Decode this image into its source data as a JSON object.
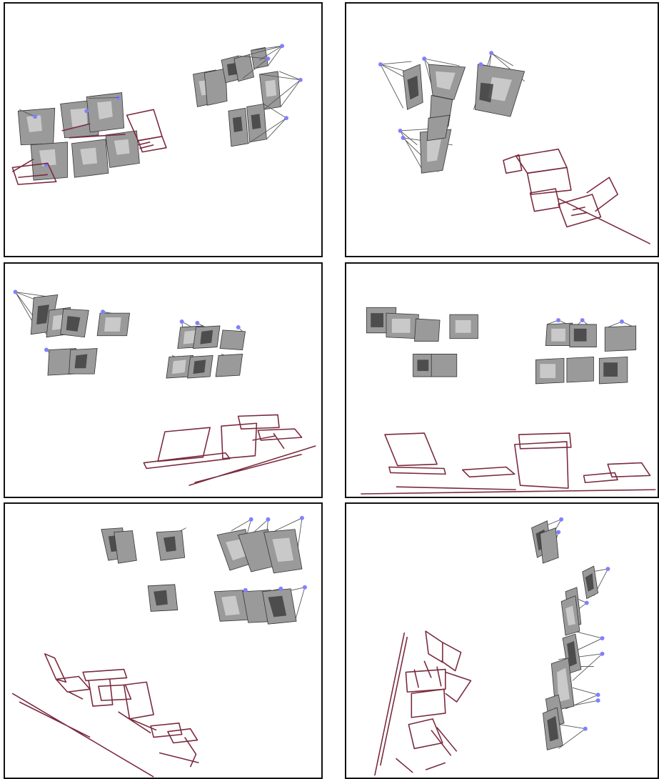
{
  "figure": {
    "panels": [
      {
        "id": "reconstruction-view-1"
      },
      {
        "id": "reconstruction-view-2"
      },
      {
        "id": "reconstruction-view-3"
      },
      {
        "id": "reconstruction-view-4"
      },
      {
        "id": "reconstruction-view-5"
      },
      {
        "id": "reconstruction-view-6"
      }
    ],
    "colors": {
      "wireframe": "#7a2a3e",
      "camera_center": "#8080ff",
      "frustum_lines": "#555555",
      "panel_border": "#111111"
    }
  }
}
